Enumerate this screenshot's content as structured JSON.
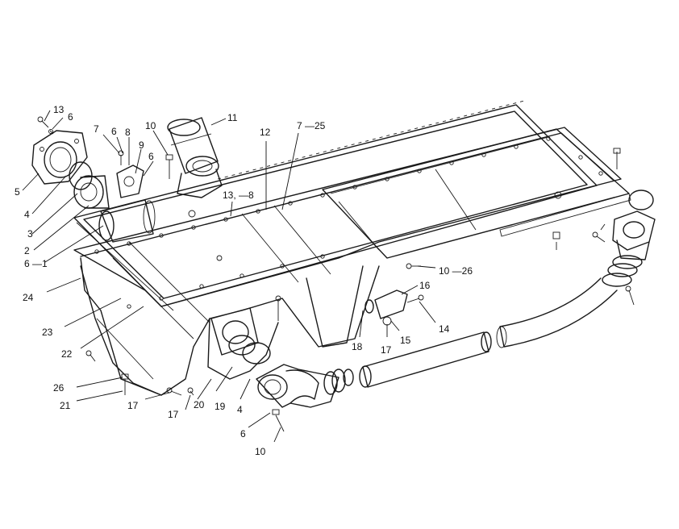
{
  "callouts": [
    {
      "id": "c13a",
      "label": "13"
    },
    {
      "id": "c6a",
      "label": "6"
    },
    {
      "id": "c5",
      "label": "5"
    },
    {
      "id": "c4a",
      "label": "4"
    },
    {
      "id": "c3",
      "label": "3"
    },
    {
      "id": "c2",
      "label": "2"
    },
    {
      "id": "c6-1",
      "label": "6 —1"
    },
    {
      "id": "c7a",
      "label": "7"
    },
    {
      "id": "c6b",
      "label": "6"
    },
    {
      "id": "c8",
      "label": "8"
    },
    {
      "id": "c9",
      "label": "9"
    },
    {
      "id": "c6c",
      "label": "6"
    },
    {
      "id": "c10a",
      "label": "10"
    },
    {
      "id": "c11",
      "label": "11"
    },
    {
      "id": "c12",
      "label": "12"
    },
    {
      "id": "c7-25",
      "label": "7 —25"
    },
    {
      "id": "c13-8",
      "label": "13, —8"
    },
    {
      "id": "c24",
      "label": "24"
    },
    {
      "id": "c23",
      "label": "23"
    },
    {
      "id": "c22",
      "label": "22"
    },
    {
      "id": "c26a",
      "label": "26"
    },
    {
      "id": "c21",
      "label": "21"
    },
    {
      "id": "c17a",
      "label": "17"
    },
    {
      "id": "c17b",
      "label": "17"
    },
    {
      "id": "c20",
      "label": "20"
    },
    {
      "id": "c19",
      "label": "19"
    },
    {
      "id": "c4b",
      "label": "4"
    },
    {
      "id": "c6d",
      "label": "6"
    },
    {
      "id": "c10b",
      "label": "10"
    },
    {
      "id": "c18",
      "label": "18"
    },
    {
      "id": "c17c",
      "label": "17"
    },
    {
      "id": "c15",
      "label": "15"
    },
    {
      "id": "c16",
      "label": "16"
    },
    {
      "id": "c14",
      "label": "14"
    },
    {
      "id": "c10-26",
      "label": "10 —26"
    }
  ]
}
